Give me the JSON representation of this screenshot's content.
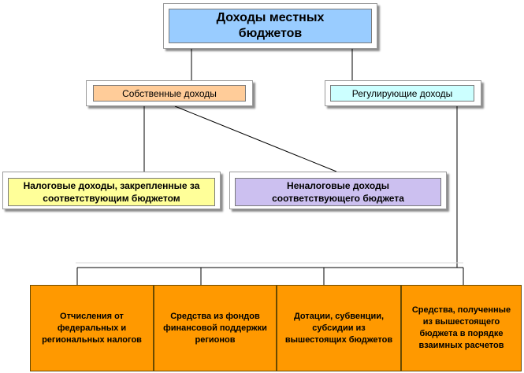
{
  "diagram": {
    "root": {
      "label": "Доходы местных бюджетов",
      "color": "#99ccff"
    },
    "own_income": {
      "label": "Собственные доходы",
      "color": "#ffcc99"
    },
    "regulating_income": {
      "label": "Регулирующие доходы",
      "color": "#ccffff"
    },
    "tax_income": {
      "label": "Налоговые доходы, закрепленные за соответствующим бюджетом",
      "color": "#ffff99"
    },
    "nontax_income": {
      "label": "Неналоговые доходы соответствующего бюджета",
      "color": "#ccc0f0"
    },
    "bottom_boxes": [
      {
        "label": "Отчисления от федеральных и региональных налогов"
      },
      {
        "label": "Средства из фондов финансовой поддержки регионов"
      },
      {
        "label": "Дотации, субвенции, субсидии из вышестоящих бюджетов"
      },
      {
        "label": "Средства, полученные из вышестоящего бюджета в порядке взаимных расчетов"
      }
    ],
    "bottom_color": "#ff9900"
  }
}
